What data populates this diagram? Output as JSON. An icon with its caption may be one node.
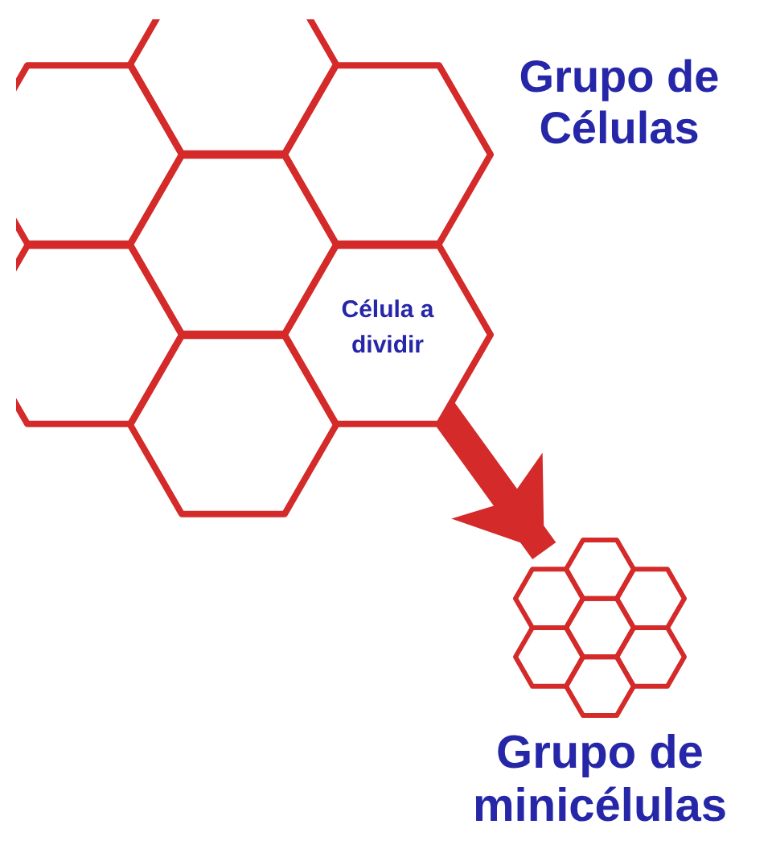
{
  "diagram": {
    "nodes": [
      {
        "text": [
          "Célula a dividir"
        ]
      },
      {
        "text": [],
        "shape": "cluster",
        "beside": [
          "Grupo de minicélulas"
        ]
      }
    ],
    "edges": [
      {
        "from": 0,
        "to": 1,
        "arrow": "to"
      }
    ],
    "labels": [
      "Grupo de Células"
    ]
  }
}
